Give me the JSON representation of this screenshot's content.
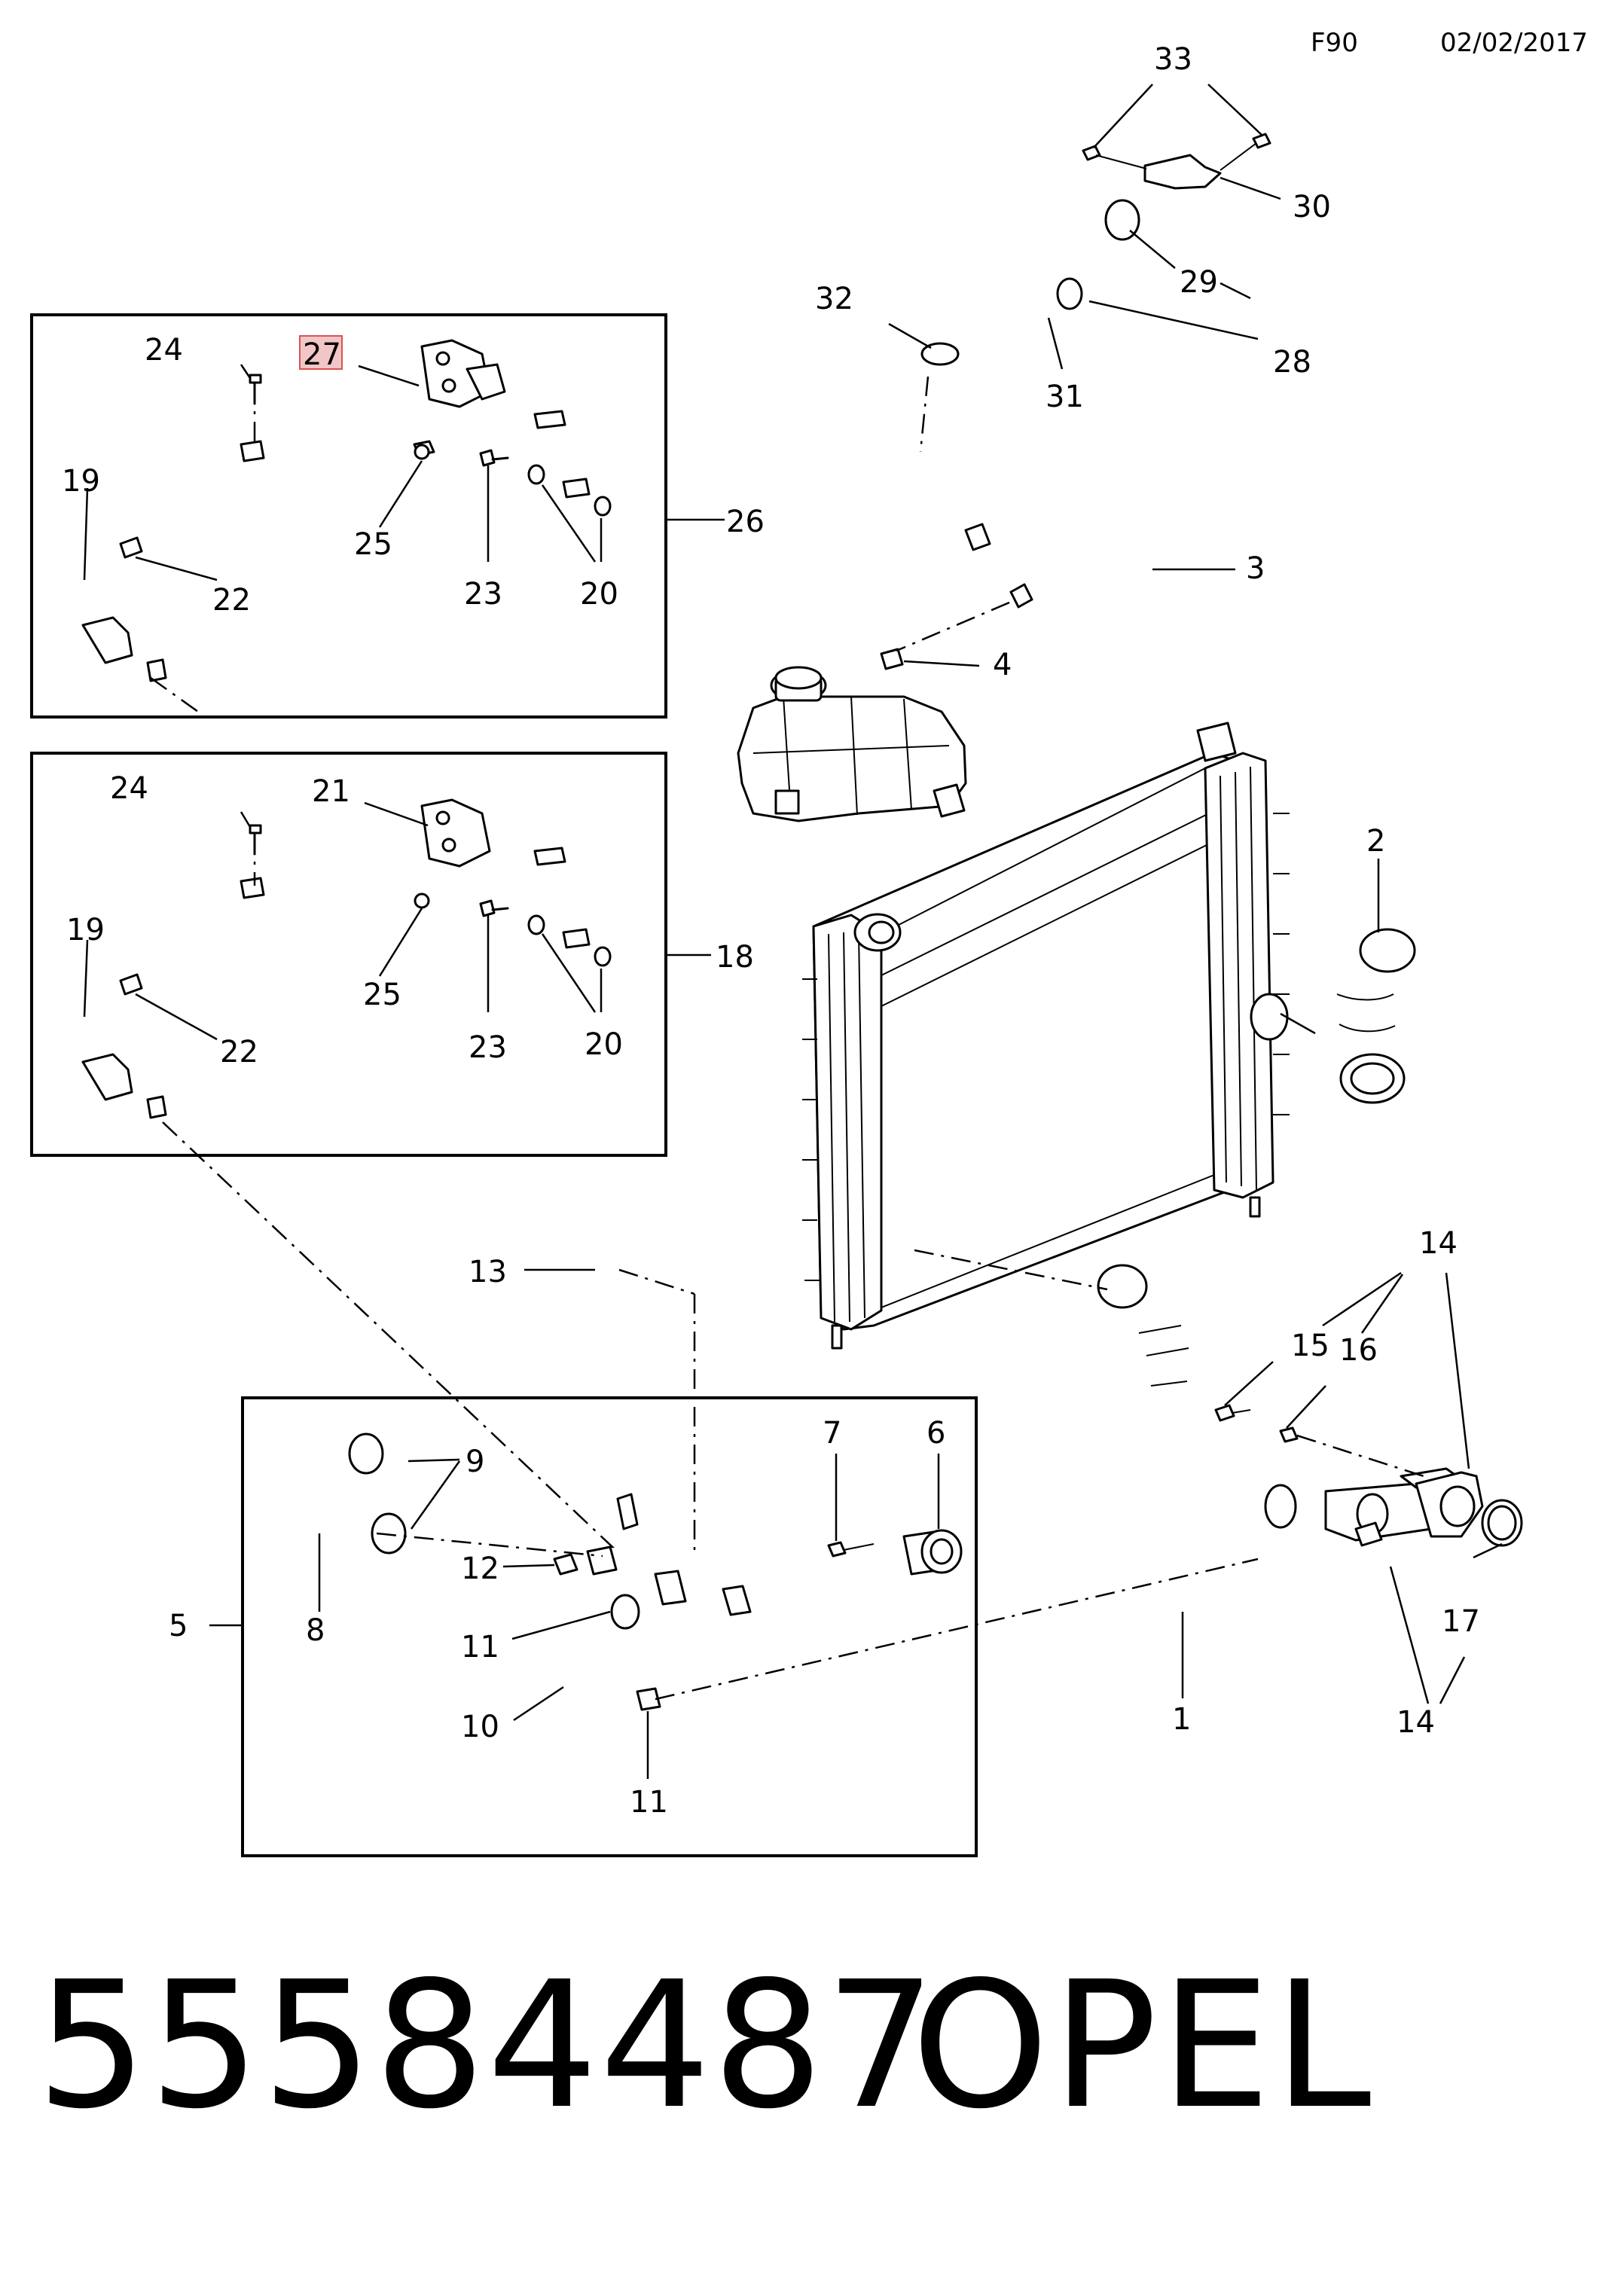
{
  "header": {
    "code": "F90",
    "date": "02/02/2017"
  },
  "callouts": {
    "c1": "1",
    "c2": "2",
    "c3": "3",
    "c4": "4",
    "c5": "5",
    "c6": "6",
    "c7": "7",
    "c8": "8",
    "c9": "9",
    "c10": "10",
    "c11a": "11",
    "c11b": "11",
    "c12": "12",
    "c13": "13",
    "c14a": "14",
    "c14b": "14",
    "c15": "15",
    "c16": "16",
    "c17": "17",
    "c18": "18",
    "c19a": "19",
    "c19b": "19",
    "c20a": "20",
    "c20b": "20",
    "c21": "21",
    "c22a": "22",
    "c22b": "22",
    "c23a": "23",
    "c23b": "23",
    "c24a": "24",
    "c24b": "24",
    "c25a": "25",
    "c25b": "25",
    "c26": "26",
    "c27": "27",
    "c28": "28",
    "c29": "29",
    "c30": "30",
    "c31": "31",
    "c32": "32",
    "c33": "33"
  },
  "highlight": {
    "callout": "27",
    "color": "#f2c6c6",
    "border": "#d9534f"
  },
  "footer": {
    "part_number": "55584487",
    "brand": "OPEL"
  }
}
